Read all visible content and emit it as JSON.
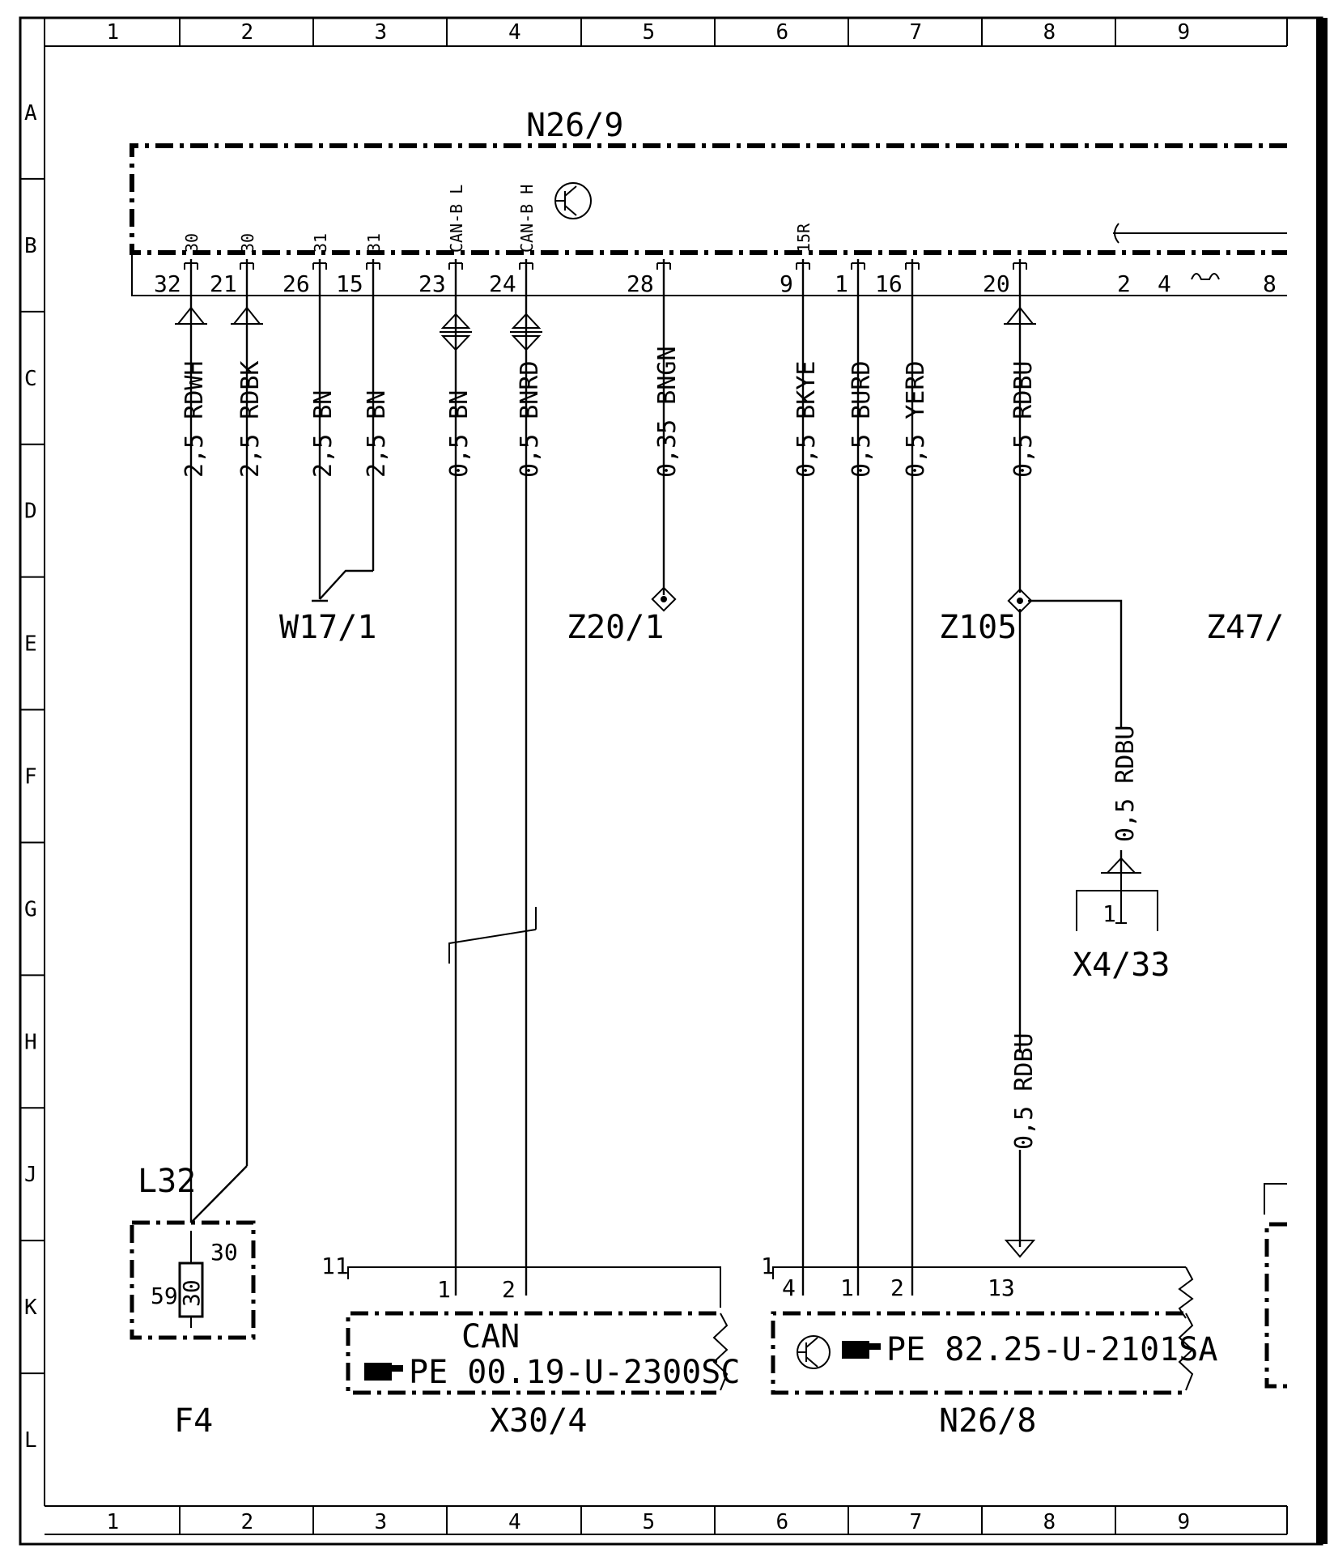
{
  "grid": {
    "columns": [
      "1",
      "2",
      "3",
      "4",
      "5",
      "6",
      "7",
      "8",
      "9"
    ],
    "rows": [
      "A",
      "B",
      "C",
      "D",
      "E",
      "F",
      "G",
      "H",
      "J",
      "K",
      "L"
    ]
  },
  "components": {
    "n26_9": "N26/9",
    "w17_1": "W17/1",
    "z20_1": "Z20/1",
    "z105": "Z105",
    "z47": "Z47/",
    "x4_33": "X4/33",
    "f4": "F4",
    "l32": "L32",
    "x30_4": "X30/4",
    "n26_8": "N26/8"
  },
  "n26_9_pins": [
    {
      "num": "32",
      "term": "30",
      "wire": "2,5 RDWH"
    },
    {
      "num": "21",
      "term": "30",
      "wire": "2,5 RDBK"
    },
    {
      "num": "26",
      "term": "31",
      "wire": "2,5 BN"
    },
    {
      "num": "15",
      "term": "31",
      "wire": "2,5 BN"
    },
    {
      "num": "23",
      "term": "CAN-B L",
      "wire": "0,5 BN"
    },
    {
      "num": "24",
      "term": "CAN-B H",
      "wire": "0,5 BNRD"
    },
    {
      "num": "28",
      "term": "",
      "wire": "0,35 BNGN"
    },
    {
      "num": "9",
      "term": "15R",
      "wire": "0,5 BKYE"
    },
    {
      "num": "1",
      "term": "",
      "wire": "0,5 BURD"
    },
    {
      "num": "16",
      "term": "",
      "wire": "0,5 YERD"
    },
    {
      "num": "20",
      "term": "",
      "wire": "0,5 RDBU"
    }
  ],
  "n26_9_extra_pins": [
    "2",
    "4",
    "8"
  ],
  "z105_branch_wire": "0,5 RDBU",
  "lower_rdbu_wire": "0,5 RDBU",
  "x4_33_pin": "1",
  "f4": {
    "pin_a": "59",
    "pin_b": "30",
    "pin_c": "30"
  },
  "x30_4": {
    "connector_num": "11",
    "pin1": "1",
    "pin2": "2",
    "label": "CAN",
    "ref": "PE  00.19-U-2300SC"
  },
  "n26_8": {
    "connector_num": "1",
    "pins": [
      "4",
      "1",
      "2",
      "13"
    ],
    "ref": "PE  82.25-U-2101SA"
  }
}
